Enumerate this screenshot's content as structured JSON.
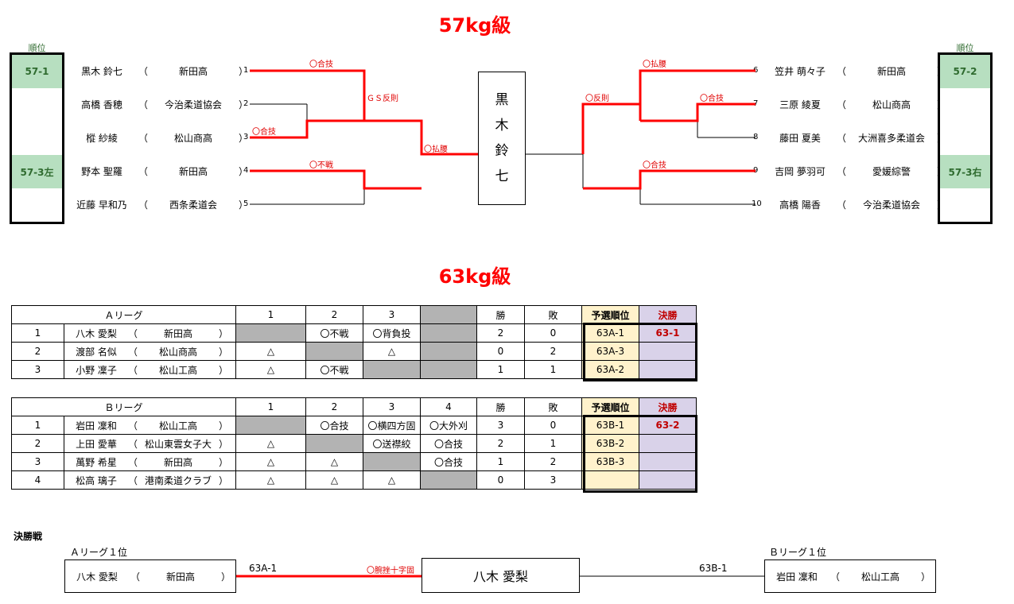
{
  "k57": {
    "title": "57kg級",
    "rank_label_left": "順位",
    "rank_label_right": "順位",
    "left_ranks": [
      "57-1",
      "",
      "",
      "57-3左",
      ""
    ],
    "right_ranks": [
      "57-2",
      "",
      "",
      "57-3右",
      ""
    ],
    "left_players": [
      {
        "num": "1",
        "name": "黒木 鈴七",
        "team": "新田高"
      },
      {
        "num": "2",
        "name": "高橋 香穂",
        "team": "今治柔道協会"
      },
      {
        "num": "3",
        "name": "樅 紗綾",
        "team": "松山商高"
      },
      {
        "num": "4",
        "name": "野本 聖羅",
        "team": "新田高"
      },
      {
        "num": "5",
        "name": "近藤 早和乃",
        "team": "西条柔道会"
      }
    ],
    "right_players": [
      {
        "num": "6",
        "name": "笠井 萌々子",
        "team": "新田高"
      },
      {
        "num": "7",
        "name": "三原 綾夏",
        "team": "松山商高"
      },
      {
        "num": "8",
        "name": "藤田 夏美",
        "team": "大洲喜多柔道会"
      },
      {
        "num": "9",
        "name": "吉岡 夢羽可",
        "team": "愛媛綜警"
      },
      {
        "num": "10",
        "name": "高橋 陽香",
        "team": "今治柔道協会"
      }
    ],
    "paren_open": "（",
    "paren_close": "）",
    "results": {
      "m1": "〇合技",
      "m3": "〇合技",
      "m4": "〇不戦",
      "semi_left": "ＧＳ反則",
      "final_left": "〇払腰",
      "m6": "〇払腰",
      "m7": "〇合技",
      "m9": "〇合技",
      "semi_right": "〇反則"
    },
    "champion_chars": [
      "黒",
      "木",
      "鈴",
      "七"
    ]
  },
  "k63": {
    "title": "63kg級",
    "league_a": {
      "header": [
        "Ａリーグ",
        "1",
        "2",
        "3",
        "",
        "勝",
        "敗",
        "予選順位",
        "決勝"
      ],
      "rows": [
        {
          "no": "1",
          "name": "八木 愛梨",
          "team": "新田高",
          "r": [
            "",
            "〇不戦",
            "〇背負投"
          ],
          "win": "2",
          "loss": "0",
          "prelim": "63A-1",
          "final": "63-1"
        },
        {
          "no": "2",
          "name": "渡部 名似",
          "team": "松山商高",
          "r": [
            "△",
            "",
            "△"
          ],
          "win": "0",
          "loss": "2",
          "prelim": "63A-3",
          "final": ""
        },
        {
          "no": "3",
          "name": "小野 凜子",
          "team": "松山工高",
          "r": [
            "△",
            "〇不戦",
            ""
          ],
          "win": "1",
          "loss": "1",
          "prelim": "63A-2",
          "final": ""
        }
      ]
    },
    "league_b": {
      "header": [
        "Ｂリーグ",
        "1",
        "2",
        "3",
        "4",
        "勝",
        "敗",
        "予選順位",
        "決勝"
      ],
      "rows": [
        {
          "no": "1",
          "name": "岩田 凜和",
          "team": "松山工高",
          "r": [
            "",
            "〇合技",
            "〇横四方固",
            "〇大外刈"
          ],
          "win": "3",
          "loss": "0",
          "prelim": "63B-1",
          "final": "63-2"
        },
        {
          "no": "2",
          "name": "上田 愛華",
          "team": "松山東雲女子大",
          "r": [
            "△",
            "",
            "〇送襟絞",
            "〇合技"
          ],
          "win": "2",
          "loss": "1",
          "prelim": "63B-2",
          "final": ""
        },
        {
          "no": "3",
          "name": "萬野 希星",
          "team": "新田高",
          "r": [
            "△",
            "△",
            "",
            "〇合技"
          ],
          "win": "1",
          "loss": "2",
          "prelim": "63B-3",
          "final": ""
        },
        {
          "no": "4",
          "name": "松高 璃子",
          "team": "港南柔道クラブ",
          "r": [
            "△",
            "△",
            "△",
            ""
          ],
          "win": "0",
          "loss": "3",
          "prelim": "",
          "final": ""
        }
      ]
    },
    "final": {
      "title": "決勝戦",
      "a_label": "Ａリーグ１位",
      "b_label": "Ｂリーグ１位",
      "a_name": "八木 愛梨",
      "a_team": "新田高",
      "b_name": "岩田 凜和",
      "b_team": "松山工高",
      "a_code": "63A-1",
      "b_code": "63B-1",
      "result": "〇腕挫十字固",
      "winner": "八木 愛梨"
    }
  },
  "colors": {
    "win_line": "#ff0000",
    "rank_fill": "#b7dfc0",
    "prelim_fill": "#fff2cc",
    "final_fill": "#d9d2e9",
    "gray_cell": "#b3b3b3"
  }
}
